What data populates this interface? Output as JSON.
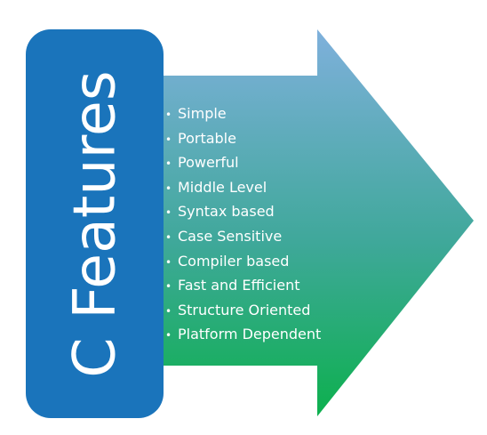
{
  "title": "C Features",
  "features": [
    "Simple",
    "Portable",
    "Powerful",
    "Middle Level",
    "Syntax based",
    "Case Sensitive",
    "Compiler based",
    "Fast and Efficient",
    "Structure Oriented",
    "Platform Dependent"
  ],
  "bullet_symbol": "•",
  "colors": {
    "title_box": "#1a74bb",
    "arrow_top": "#7fb0dc",
    "arrow_bottom": "#0db04e",
    "text": "#ffffff"
  }
}
